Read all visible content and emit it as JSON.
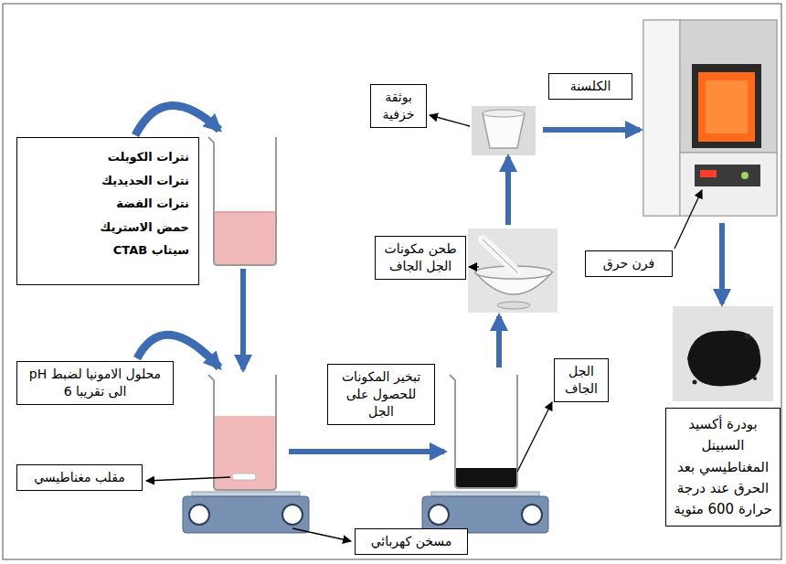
{
  "diagram": {
    "nodes": [
      {
        "text": [
          "نترات الكوبلت",
          "نترات الحديديك",
          "نترات الفضة",
          "حمض الاستريك",
          "سيتاب CTAB"
        ]
      },
      {
        "text": [
          "محلول الامونيا لضبط pH الى تقريبا 6"
        ]
      },
      {
        "text": [
          "مقلب مغناطيسي"
        ]
      },
      {
        "text": [
          "مسخن كهربائي"
        ]
      },
      {
        "text": [
          "تبخير المكونات للحصول على الجل"
        ]
      },
      {
        "text": [
          "الجل الجاف"
        ]
      },
      {
        "text": [
          "طحن مكونات الجل الجاف"
        ]
      },
      {
        "text": [
          "بوثقة خزفية"
        ]
      },
      {
        "text": [
          "الكلسنة"
        ]
      },
      {
        "text": [
          "فرن حرق"
        ]
      },
      {
        "text": [
          "بودرة أكسيد السبينل المغناطيسي بعد الحرق عند درجة حرارة 600 مئوية"
        ]
      }
    ]
  }
}
